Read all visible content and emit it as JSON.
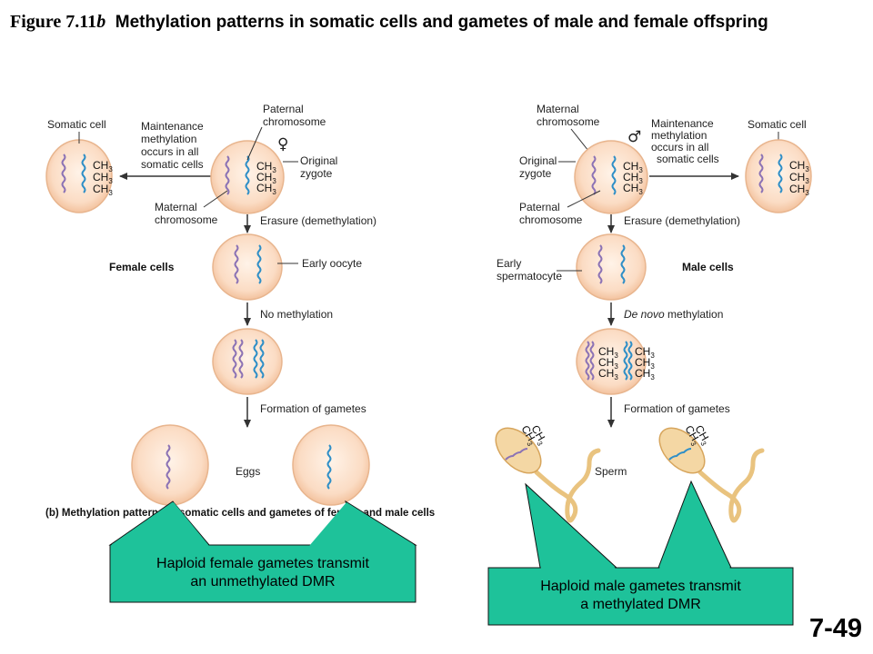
{
  "title": {
    "figure_label": "Figure 7.11",
    "figure_suffix": "b",
    "text": "Methylation patterns in somatic cells and gametes of male and female offspring"
  },
  "female": {
    "somatic_cell": "Somatic cell",
    "maintenance": [
      "Maintenance",
      "methylation",
      "occurs in all",
      "somatic cells"
    ],
    "paternal_chromosome": [
      "Paternal",
      "chromosome"
    ],
    "original_zygote": [
      "Original",
      "zygote"
    ],
    "maternal_chromosome": [
      "Maternal",
      "chromosome"
    ],
    "erasure": "Erasure (demethylation)",
    "cells_label": "Female cells",
    "early_stage": "Early oocyte",
    "methylation_step": "No methylation",
    "formation": "Formation of gametes",
    "gametes": "Eggs",
    "sex_symbol": "♀"
  },
  "male": {
    "maternal_chromosome": [
      "Maternal",
      "chromosome"
    ],
    "maintenance": [
      "Maintenance",
      "methylation",
      "occurs in all",
      "somatic cells"
    ],
    "somatic_cell": "Somatic cell",
    "original_zygote": [
      "Original",
      "zygote"
    ],
    "paternal_chromosome": [
      "Paternal",
      "chromosome"
    ],
    "erasure": "Erasure (demethylation)",
    "cells_label": "Male cells",
    "early_stage": [
      "Early",
      "spermatocyte"
    ],
    "methylation_step_italic": "De novo",
    "methylation_step_rest": " methylation",
    "formation": "Formation of gametes",
    "gametes": "Sperm",
    "sex_symbol": "♂"
  },
  "methyl": {
    "ch": "CH",
    "sub": "3"
  },
  "caption": "(b) Methylation patterns in somatic cells and gametes of female and male cells",
  "callouts": {
    "female": [
      "Haploid female gametes transmit",
      "an unmethylated DMR"
    ],
    "male": [
      "Haploid male gametes transmit",
      "a methylated DMR"
    ]
  },
  "colors": {
    "cell_fill": "#fbdcc4",
    "cell_stroke": "#e8b58e",
    "maternal_dna": "#8c73b5",
    "paternal_dna": "#2f8fc7",
    "callout": "#1ec29a",
    "sperm": "#f0cf94"
  },
  "slide_number": "7-49"
}
